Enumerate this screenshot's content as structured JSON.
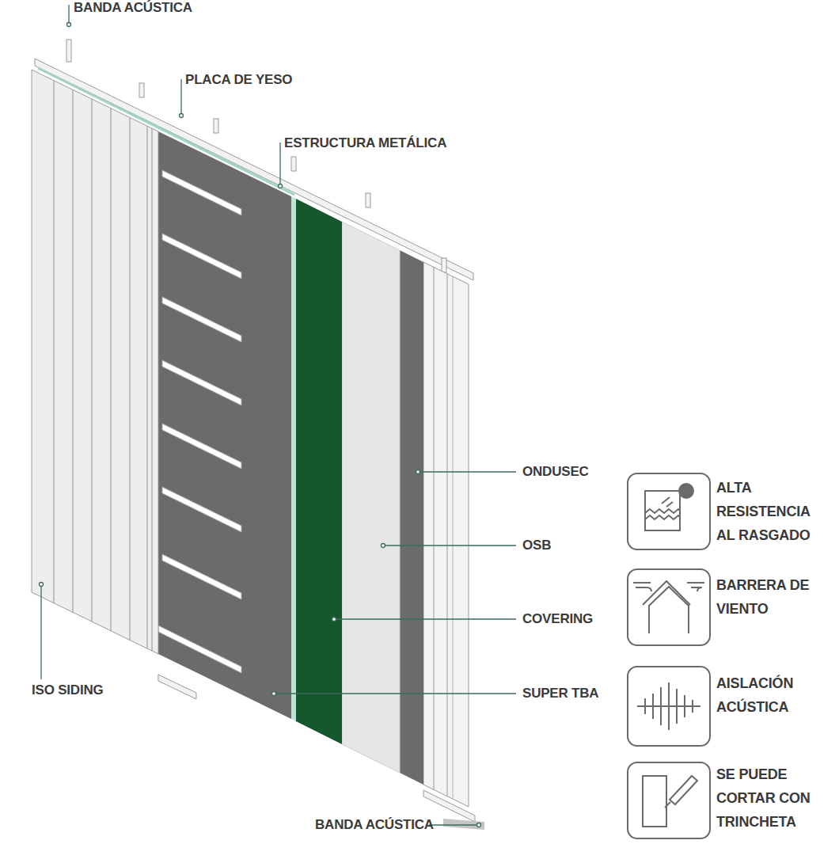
{
  "diagram": {
    "labels": [
      "BANDA ACÚSTICA",
      "PLACA DE YESO",
      "ESTRUCTURA METÁLICA",
      "ONDUSEC",
      "OSB",
      "COVERING",
      "SUPER TBA",
      "ISO SIDING",
      "BANDA ACÚSTICA",
      "ALTA RESISTENCIA AL RASGADO",
      "BARRERA DE VIENTO",
      "AISLACIÓN ACÚSTICA",
      "SE PUEDE CORTAR CON TRINCHETA"
    ]
  }
}
